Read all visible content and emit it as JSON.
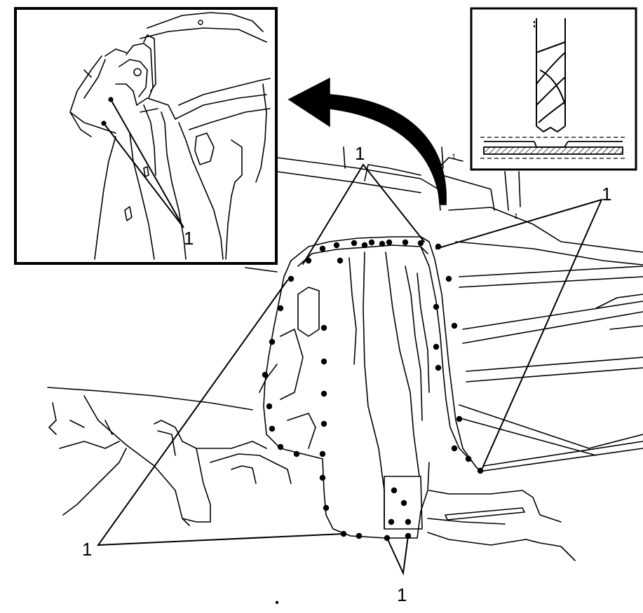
{
  "figure": {
    "callout_label": "1",
    "small_marks": [
      "1",
      "1"
    ],
    "insets": {
      "detail": "detail-inset",
      "drill": "drill-bit-inset"
    },
    "colors": {
      "ink": "#000000",
      "paper": "#ffffff",
      "hatch": "#000000"
    },
    "icons": [
      "curved-arrow-icon",
      "drill-bit-icon",
      "spot-weld-dot-icon"
    ]
  }
}
